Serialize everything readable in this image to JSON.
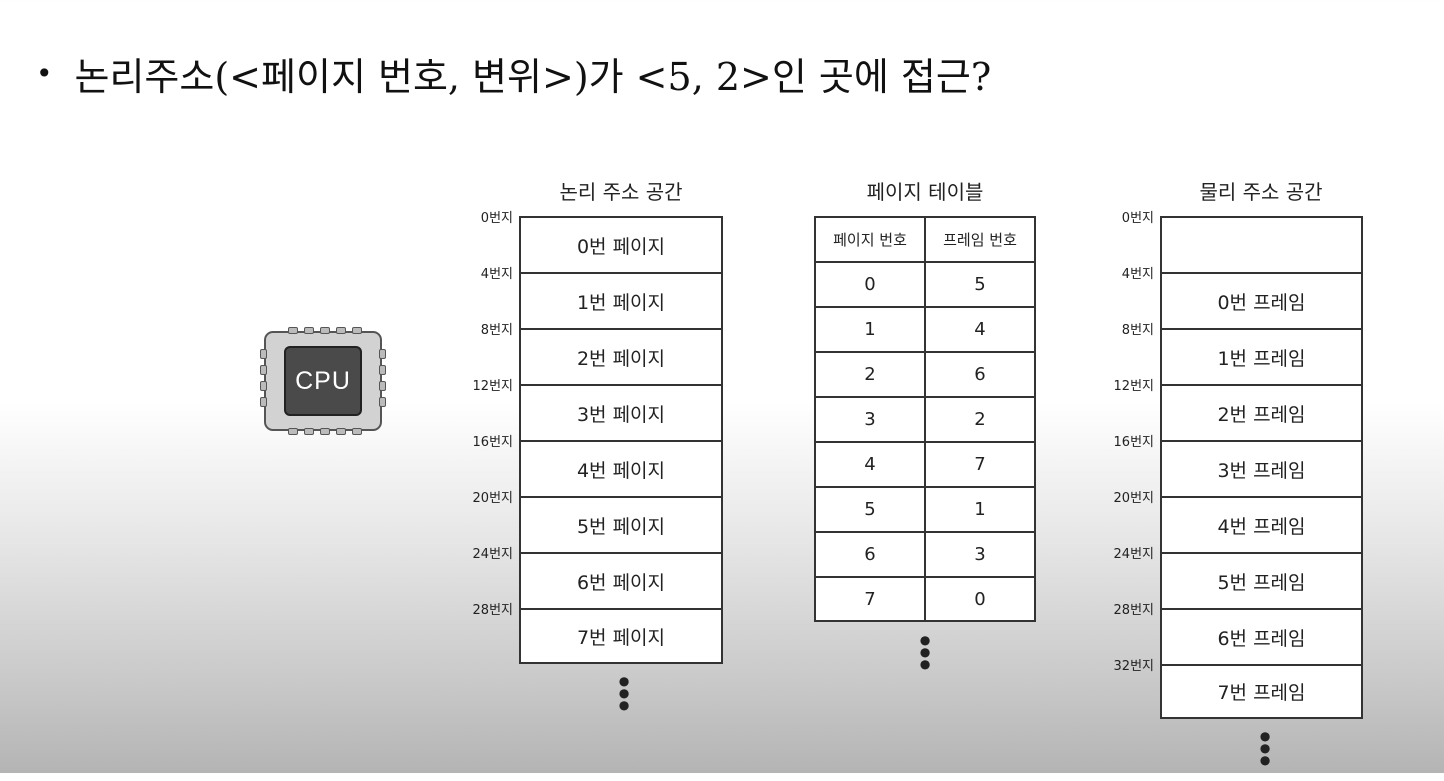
{
  "question": {
    "bullet": "•",
    "text": "논리주소(<페이지 번호, 변위>)가 <5, 2>인 곳에 접근?"
  },
  "cpu": {
    "label": "CPU",
    "icon": "cpu-chip-icon"
  },
  "logical_space": {
    "title": "논리 주소 공간",
    "addresses": [
      "0번지",
      "4번지",
      "8번지",
      "12번지",
      "16번지",
      "20번지",
      "24번지",
      "28번지"
    ],
    "pages": [
      "0번 페이지",
      "1번 페이지",
      "2번 페이지",
      "3번 페이지",
      "4번 페이지",
      "5번 페이지",
      "6번 페이지",
      "7번 페이지"
    ],
    "ellipsis": "⋮"
  },
  "page_table": {
    "title": "페이지 테이블",
    "headers": [
      "페이지 번호",
      "프레임 번호"
    ],
    "rows": [
      [
        "0",
        "5"
      ],
      [
        "1",
        "4"
      ],
      [
        "2",
        "6"
      ],
      [
        "3",
        "2"
      ],
      [
        "4",
        "7"
      ],
      [
        "5",
        "1"
      ],
      [
        "6",
        "3"
      ],
      [
        "7",
        "0"
      ]
    ],
    "ellipsis": "⋮"
  },
  "physical_space": {
    "title": "물리 주소 공간",
    "addresses": [
      "0번지",
      "4번지",
      "8번지",
      "12번지",
      "16번지",
      "20번지",
      "24번지",
      "28번지",
      "32번지"
    ],
    "frames": [
      "",
      "0번 프레임",
      "1번 프레임",
      "2번 프레임",
      "3번 프레임",
      "4번 프레임",
      "5번 프레임",
      "6번 프레임",
      "7번 프레임"
    ],
    "ellipsis": "⋮"
  }
}
